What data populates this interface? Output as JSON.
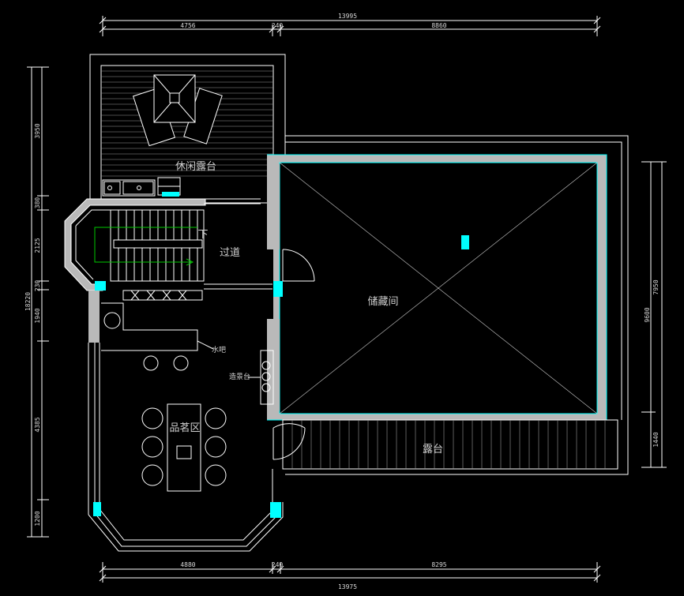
{
  "dimensions": {
    "top": {
      "total": "13995",
      "a": "4756",
      "b": "240",
      "c": "8860"
    },
    "bottom": {
      "total": "13975",
      "a": "4880",
      "b": "240",
      "c": "8295"
    },
    "left": {
      "total": "18220",
      "s1": "3950",
      "s2": "380",
      "s3": "2125",
      "s4": "230",
      "s5": "1940",
      "s6": "4385",
      "s7": "1200"
    },
    "right": {
      "total": "9600",
      "s1": "7950",
      "s2": "1440"
    }
  },
  "rooms": {
    "leisure_terrace": "休闲露台",
    "corridor": "过道",
    "storage": "储藏间",
    "terrace": "露台",
    "tea_area": "品茗区",
    "bar": "水吧",
    "landscape_platform": "造景台",
    "stair_down": "下"
  },
  "colors": {
    "background": "#000000",
    "line": "#ffffff",
    "wall_fill": "#b9b9b9",
    "column": "#00ffff",
    "stair_arrow": "#00c800"
  }
}
